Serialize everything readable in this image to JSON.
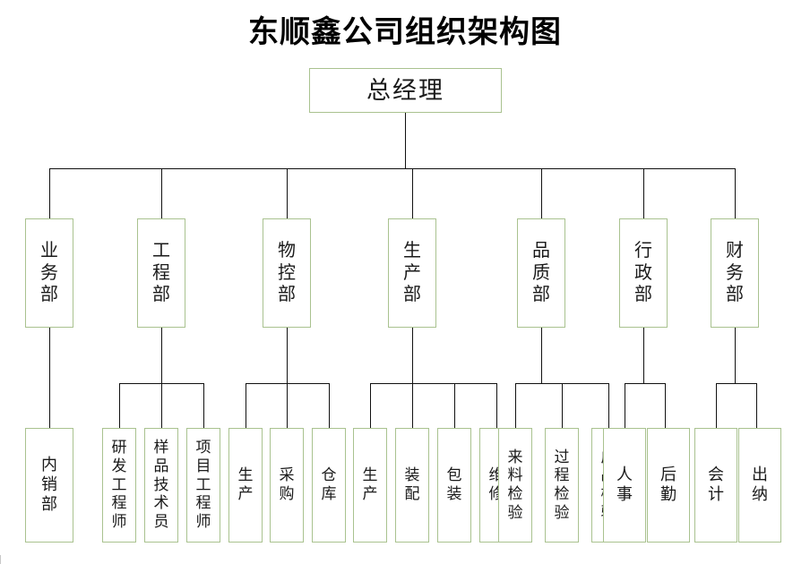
{
  "title": "东顺鑫公司组织架构图",
  "colors": {
    "box_border": "#a9c28f",
    "connector": "#111111",
    "background": "#ffffff",
    "text": "#1a1a1a"
  },
  "root": {
    "label": "总经理"
  },
  "departments": [
    {
      "id": "sales",
      "label": "业\n务\n部",
      "children": [
        {
          "id": "domestic-sales",
          "label": "内\n销\n部",
          "wide": true
        }
      ]
    },
    {
      "id": "engineering",
      "label": "工\n程\n部",
      "children": [
        {
          "id": "rd-engineer",
          "label": "研\n发\n工\n程\n师",
          "wide": false
        },
        {
          "id": "sample-technician",
          "label": "样\n品\n技\n术\n员",
          "wide": false
        },
        {
          "id": "project-engineer",
          "label": "项\n目\n工\n程\n师",
          "wide": false
        }
      ]
    },
    {
      "id": "material-control",
      "label": "物\n控\n部",
      "children": [
        {
          "id": "mc-production",
          "label": "生\n产",
          "wide": false
        },
        {
          "id": "purchasing",
          "label": "采\n购",
          "wide": false
        },
        {
          "id": "warehouse",
          "label": "仓\n库",
          "wide": false
        }
      ]
    },
    {
      "id": "production",
      "label": "生\n产\n部",
      "children": [
        {
          "id": "prod-production",
          "label": "生\n产",
          "wide": false
        },
        {
          "id": "assembly",
          "label": "装\n配",
          "wide": false
        },
        {
          "id": "packaging",
          "label": "包\n装",
          "wide": false
        },
        {
          "id": "maintenance",
          "label": "维\n修",
          "wide": false
        }
      ]
    },
    {
      "id": "quality",
      "label": "品\n质\n部",
      "children": [
        {
          "id": "incoming-inspection",
          "label": "来\n料\n检\n验",
          "wide": false
        },
        {
          "id": "process-inspection",
          "label": "过\n程\n检\n验",
          "wide": false
        },
        {
          "id": "final-inspection",
          "label": "成\n品\n检\n验",
          "wide": false
        }
      ]
    },
    {
      "id": "administration",
      "label": "行\n政\n部",
      "children": [
        {
          "id": "human-resources",
          "label": "人\n事",
          "wide": true
        },
        {
          "id": "logistics",
          "label": "后\n勤",
          "wide": true
        }
      ]
    },
    {
      "id": "finance",
      "label": "财\n务\n部",
      "children": [
        {
          "id": "accounting",
          "label": "会\n计",
          "wide": true
        },
        {
          "id": "cashier",
          "label": "出\n纳",
          "wide": true
        }
      ]
    }
  ]
}
